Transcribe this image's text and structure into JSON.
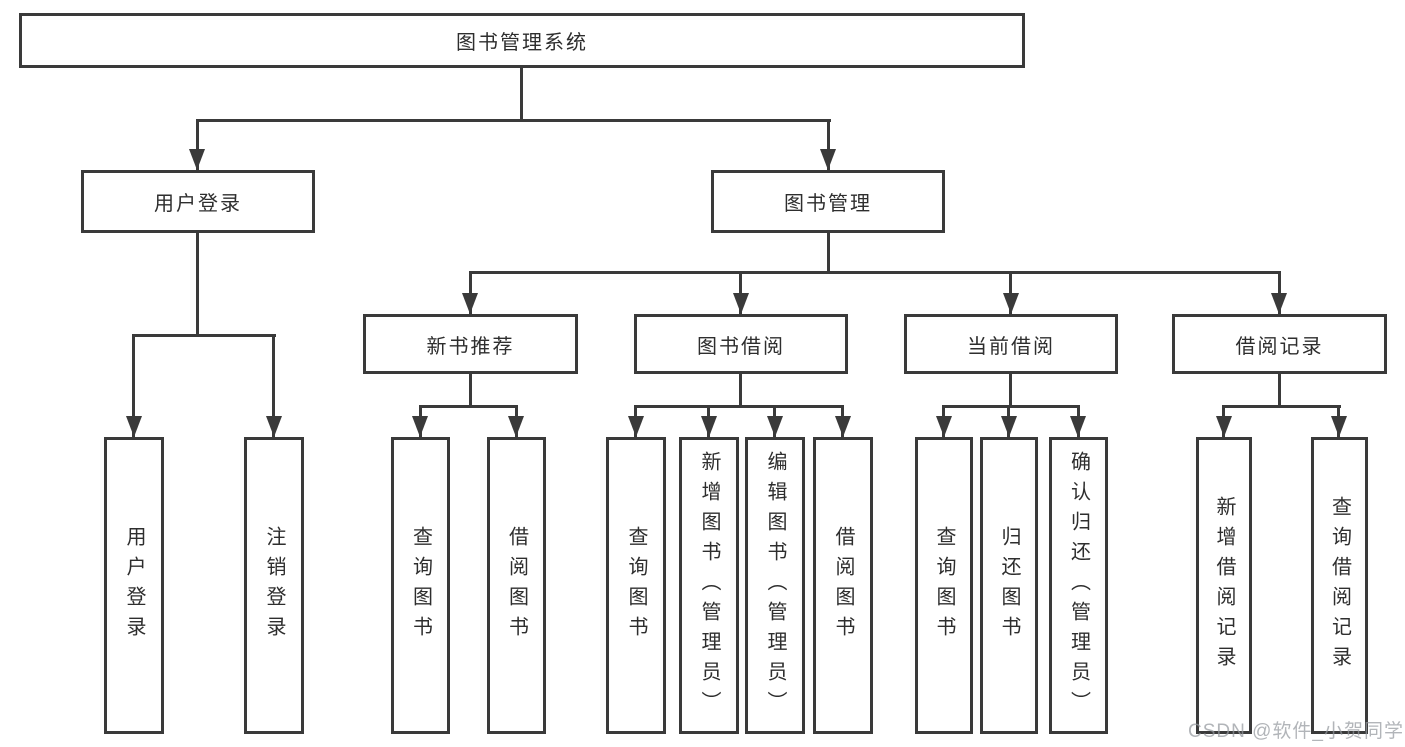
{
  "diagram_title": "图书管理系统",
  "watermark": "CSDN @软件_小贺同学",
  "colors": {
    "line": "#3a3a3a",
    "text": "#2e2e2e",
    "background": "#ffffff",
    "watermark": "#94999e"
  },
  "tree": {
    "root": {
      "label": "图书管理系统"
    },
    "branches": [
      {
        "label": "用户登录",
        "children": [
          {
            "label": "用户登录"
          },
          {
            "label": "注销登录"
          }
        ]
      },
      {
        "label": "图书管理",
        "children": [
          {
            "label": "新书推荐",
            "children": [
              {
                "label": "查询图书"
              },
              {
                "label": "借阅图书"
              }
            ]
          },
          {
            "label": "图书借阅",
            "children": [
              {
                "label": "查询图书"
              },
              {
                "label": "新增图书（管理员）"
              },
              {
                "label": "编辑图书（管理员）"
              },
              {
                "label": "借阅图书"
              }
            ]
          },
          {
            "label": "当前借阅",
            "children": [
              {
                "label": "查询图书"
              },
              {
                "label": "归还图书"
              },
              {
                "label": "确认归还（管理员）"
              }
            ]
          },
          {
            "label": "借阅记录",
            "children": [
              {
                "label": "新增借阅记录"
              },
              {
                "label": "查询借阅记录"
              }
            ]
          }
        ]
      }
    ]
  }
}
